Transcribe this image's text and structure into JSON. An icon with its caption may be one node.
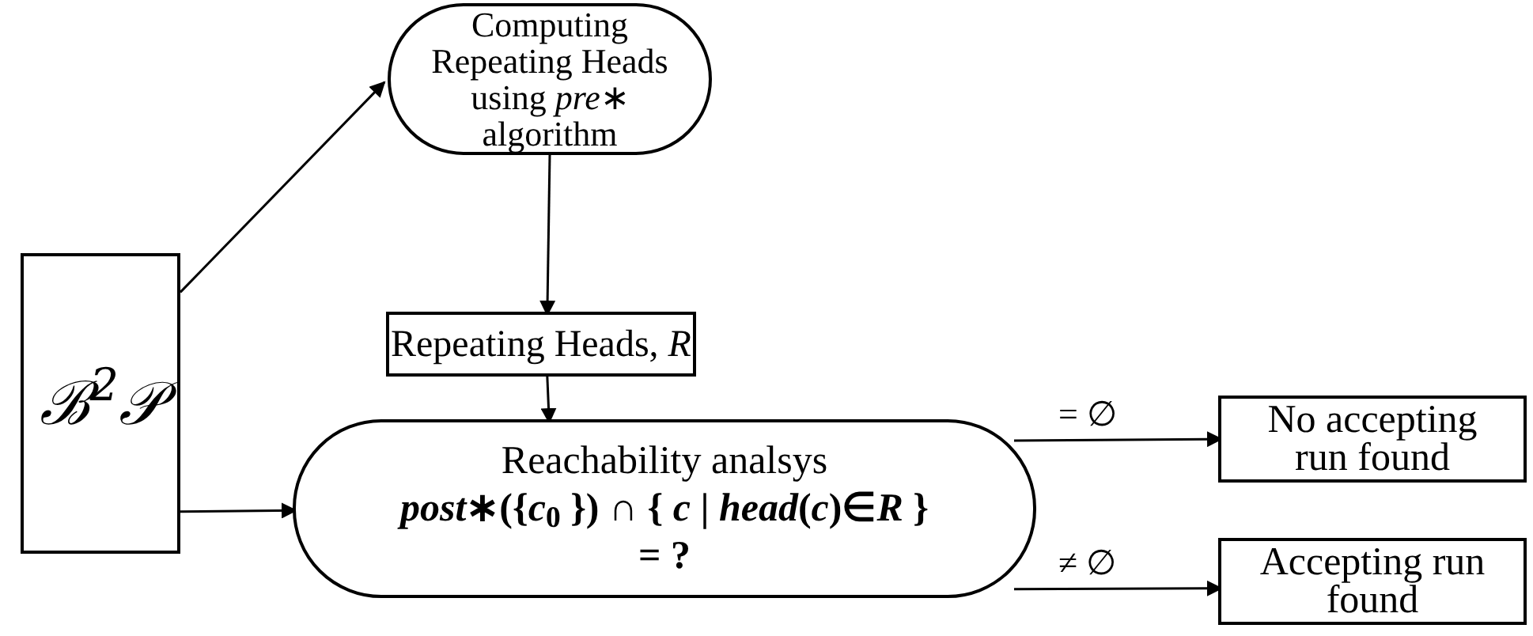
{
  "diagram": {
    "nodes": [
      {
        "text": [
          "ℬ$^{2}$𝒫"
        ]
      },
      {
        "text": [
          "Computing Repeating Heads using *pre*∗ algorithm"
        ]
      },
      {
        "text": [
          "Repeating Heads, *R*"
        ]
      },
      {
        "text": [
          "Reachability analsys",
          "*post*∗({*c*$_{0}$ }) ∩ { *c* | *head*(*c*)∈*R* }",
          "= ?"
        ]
      },
      {
        "text": [
          "No accepting run found"
        ]
      },
      {
        "text": [
          "Accepting run found"
        ]
      }
    ],
    "edges": [
      {
        "from": 0,
        "to": 1,
        "arrow": "to"
      },
      {
        "from": 1,
        "to": 2,
        "arrow": "to"
      },
      {
        "from": 2,
        "to": 3,
        "arrow": "to"
      },
      {
        "from": 0,
        "to": 3,
        "arrow": "to"
      },
      {
        "from": 3,
        "to": 4,
        "arrow": "to",
        "label": "= ∅"
      },
      {
        "from": 3,
        "to": 5,
        "arrow": "to",
        "label": "≠ ∅"
      }
    ]
  }
}
